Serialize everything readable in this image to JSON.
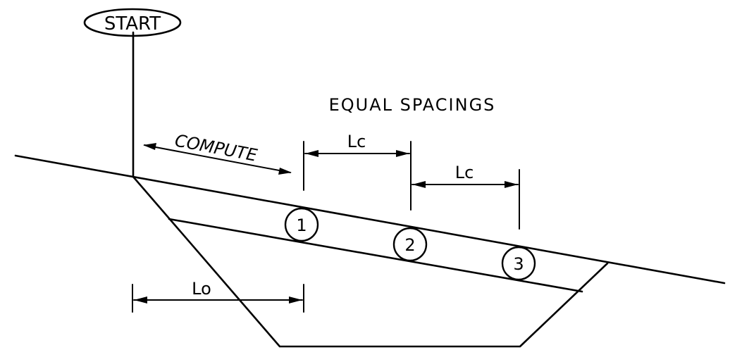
{
  "labels": {
    "start": "START",
    "equal_spacings": "EQUAL SPACINGS",
    "compute": "COMPUTE",
    "lc_first": "Lc",
    "lc_second": "Lc",
    "lo": "Lo"
  },
  "markers": [
    {
      "id": "marker-1",
      "text": "1"
    },
    {
      "id": "marker-2",
      "text": "2"
    },
    {
      "id": "marker-3",
      "text": "3"
    }
  ]
}
